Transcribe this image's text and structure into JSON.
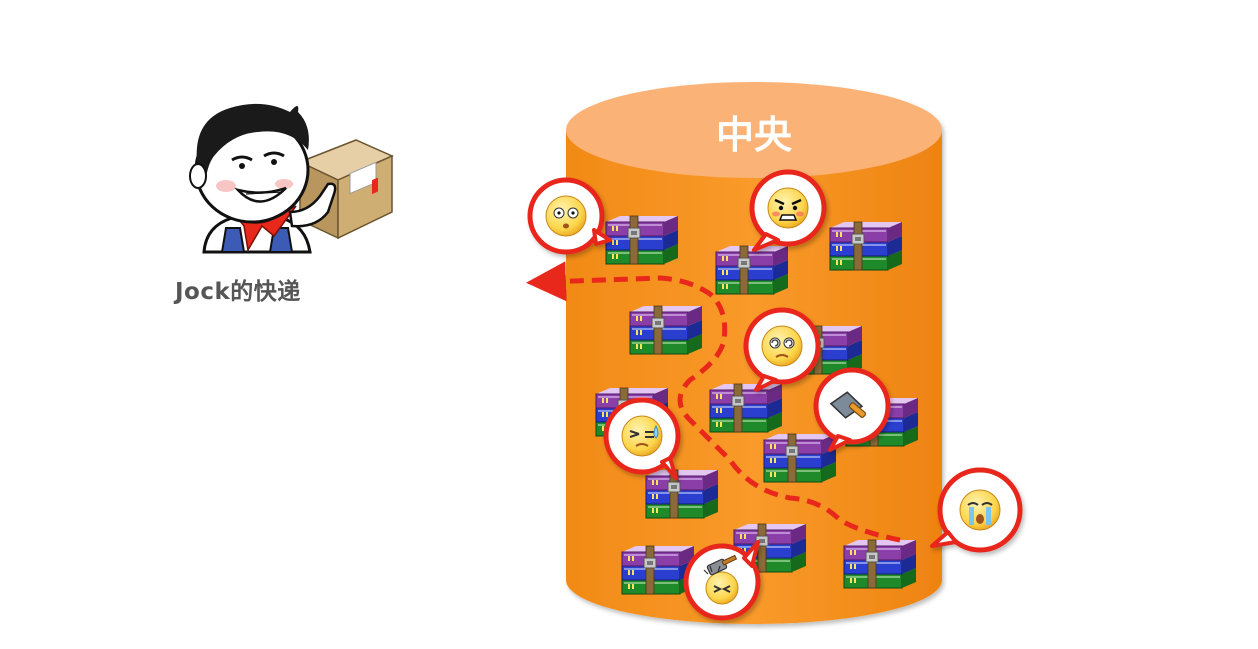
{
  "caption": "Jock的快递",
  "repository": {
    "title": "中央",
    "fill_color": "#f7931e",
    "top_color": "#fbb276",
    "title_color": "#ffffff"
  },
  "path_color": "#e8281b",
  "bubble_border_color": "#e8281b",
  "package_icon": "winrar-archive-stack-icon",
  "courier_icon": "courier-holding-box-icon",
  "emojis": [
    {
      "name": "blank-stare-emoji"
    },
    {
      "name": "angry-face-emoji"
    },
    {
      "name": "dizzy-eyes-emoji"
    },
    {
      "name": "cleaver-knife-emoji"
    },
    {
      "name": "sweating-squint-emoji"
    },
    {
      "name": "crying-face-emoji"
    },
    {
      "name": "hammer-smashed-emoji"
    }
  ]
}
